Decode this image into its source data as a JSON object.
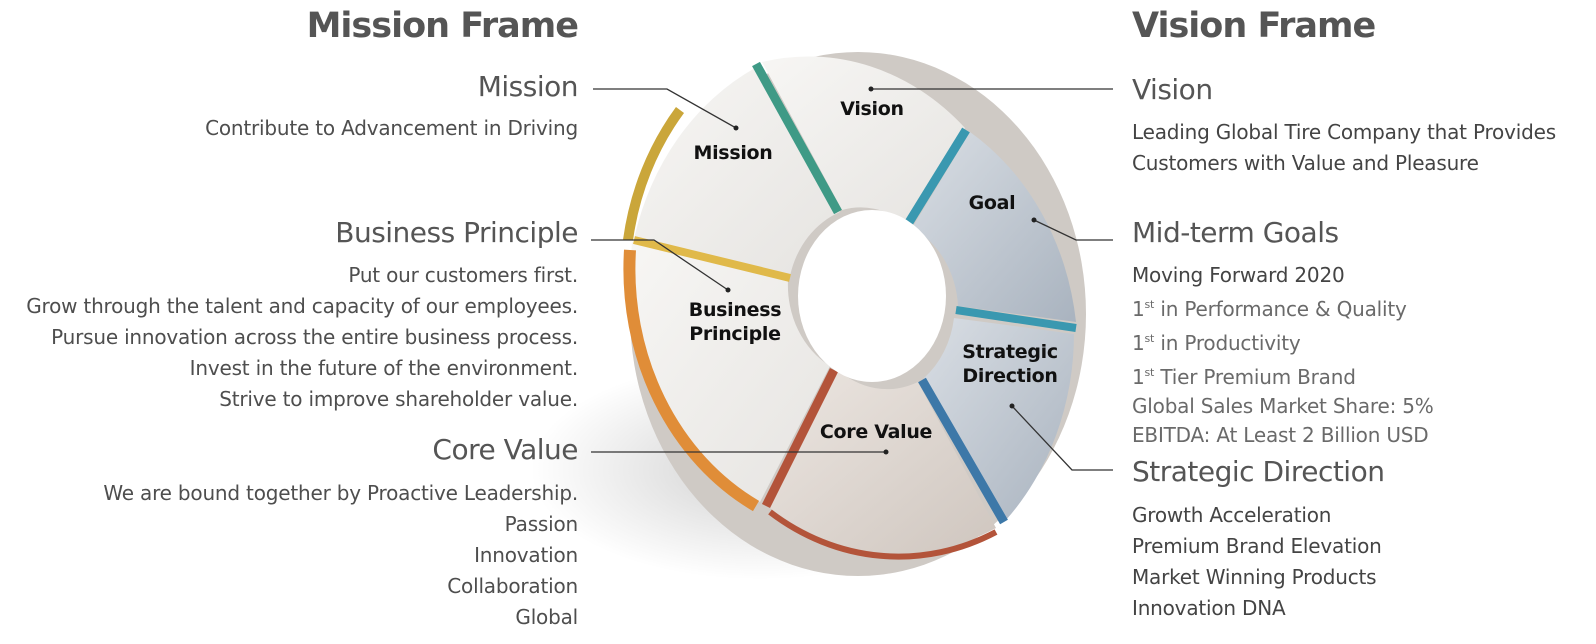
{
  "mission_frame": {
    "title": "Mission Frame",
    "sections": [
      {
        "heading": "Mission",
        "lines": [
          "Contribute to Advancement in Driving"
        ]
      },
      {
        "heading": "Business Principle",
        "lines": [
          "Put our customers first.",
          "Grow through the talent and capacity of our employees.",
          "Pursue innovation across the entire business process.",
          "Invest in the future of the environment.",
          "Strive to improve shareholder value."
        ]
      },
      {
        "heading": "Core Value",
        "lines": [
          "We are bound together by Proactive Leadership.",
          "Passion",
          "Innovation",
          "Collaboration",
          "Global"
        ]
      }
    ]
  },
  "vision_frame": {
    "title": "Vision Frame",
    "vision": {
      "heading": "Vision",
      "lines": [
        "Leading Global Tire Company that Provides",
        "Customers with Value and Pleasure"
      ]
    },
    "midterm": {
      "heading": "Mid-term Goals",
      "subtitle": "Moving Forward 2020",
      "goals": [
        {
          "num": "1",
          "sup": "st",
          "text": " in Performance & Quality"
        },
        {
          "num": "1",
          "sup": "st",
          "text": " in Productivity"
        },
        {
          "num": "1",
          "sup": "st",
          "text": " Tier Premium Brand"
        }
      ],
      "metrics": [
        "Global Sales Market Share: 5%",
        "EBITDA: At Least 2 Billion USD"
      ]
    },
    "strategic": {
      "heading": "Strategic Direction",
      "lines": [
        "Growth Acceleration",
        "Premium Brand Elevation",
        "Market Winning Products",
        "Innovation DNA"
      ]
    }
  },
  "diagram": {
    "segments": {
      "mission": "Mission",
      "vision": "Vision",
      "goal": "Goal",
      "strategic_1": "Strategic",
      "strategic_2": "Direction",
      "core_value": "Core Value",
      "business_1": "Business",
      "business_2": "Principle"
    },
    "colors": {
      "mission_edge": "#caa63a",
      "vision_edge": "#3f9a86",
      "goal_edge": "#3a98b0",
      "strategic_edge": "#3d78a8",
      "core_edge": "#b3543a",
      "business_edge": "#e08d38"
    }
  }
}
